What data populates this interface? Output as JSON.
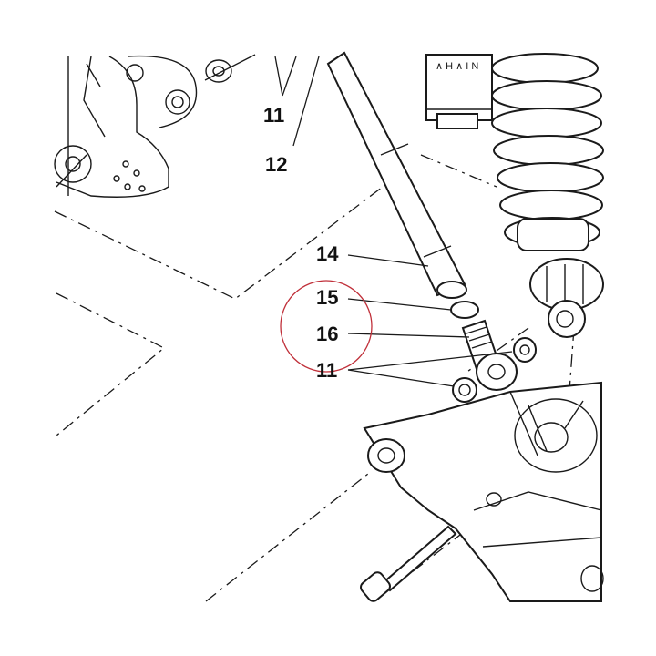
{
  "callouts": {
    "c11_top": "11",
    "c12": "12",
    "c14": "14",
    "c15": "15",
    "c16": "16",
    "c11_mid": "11"
  },
  "highlight": {
    "color": "#c0303a"
  },
  "line_color": "#1a1a1a"
}
